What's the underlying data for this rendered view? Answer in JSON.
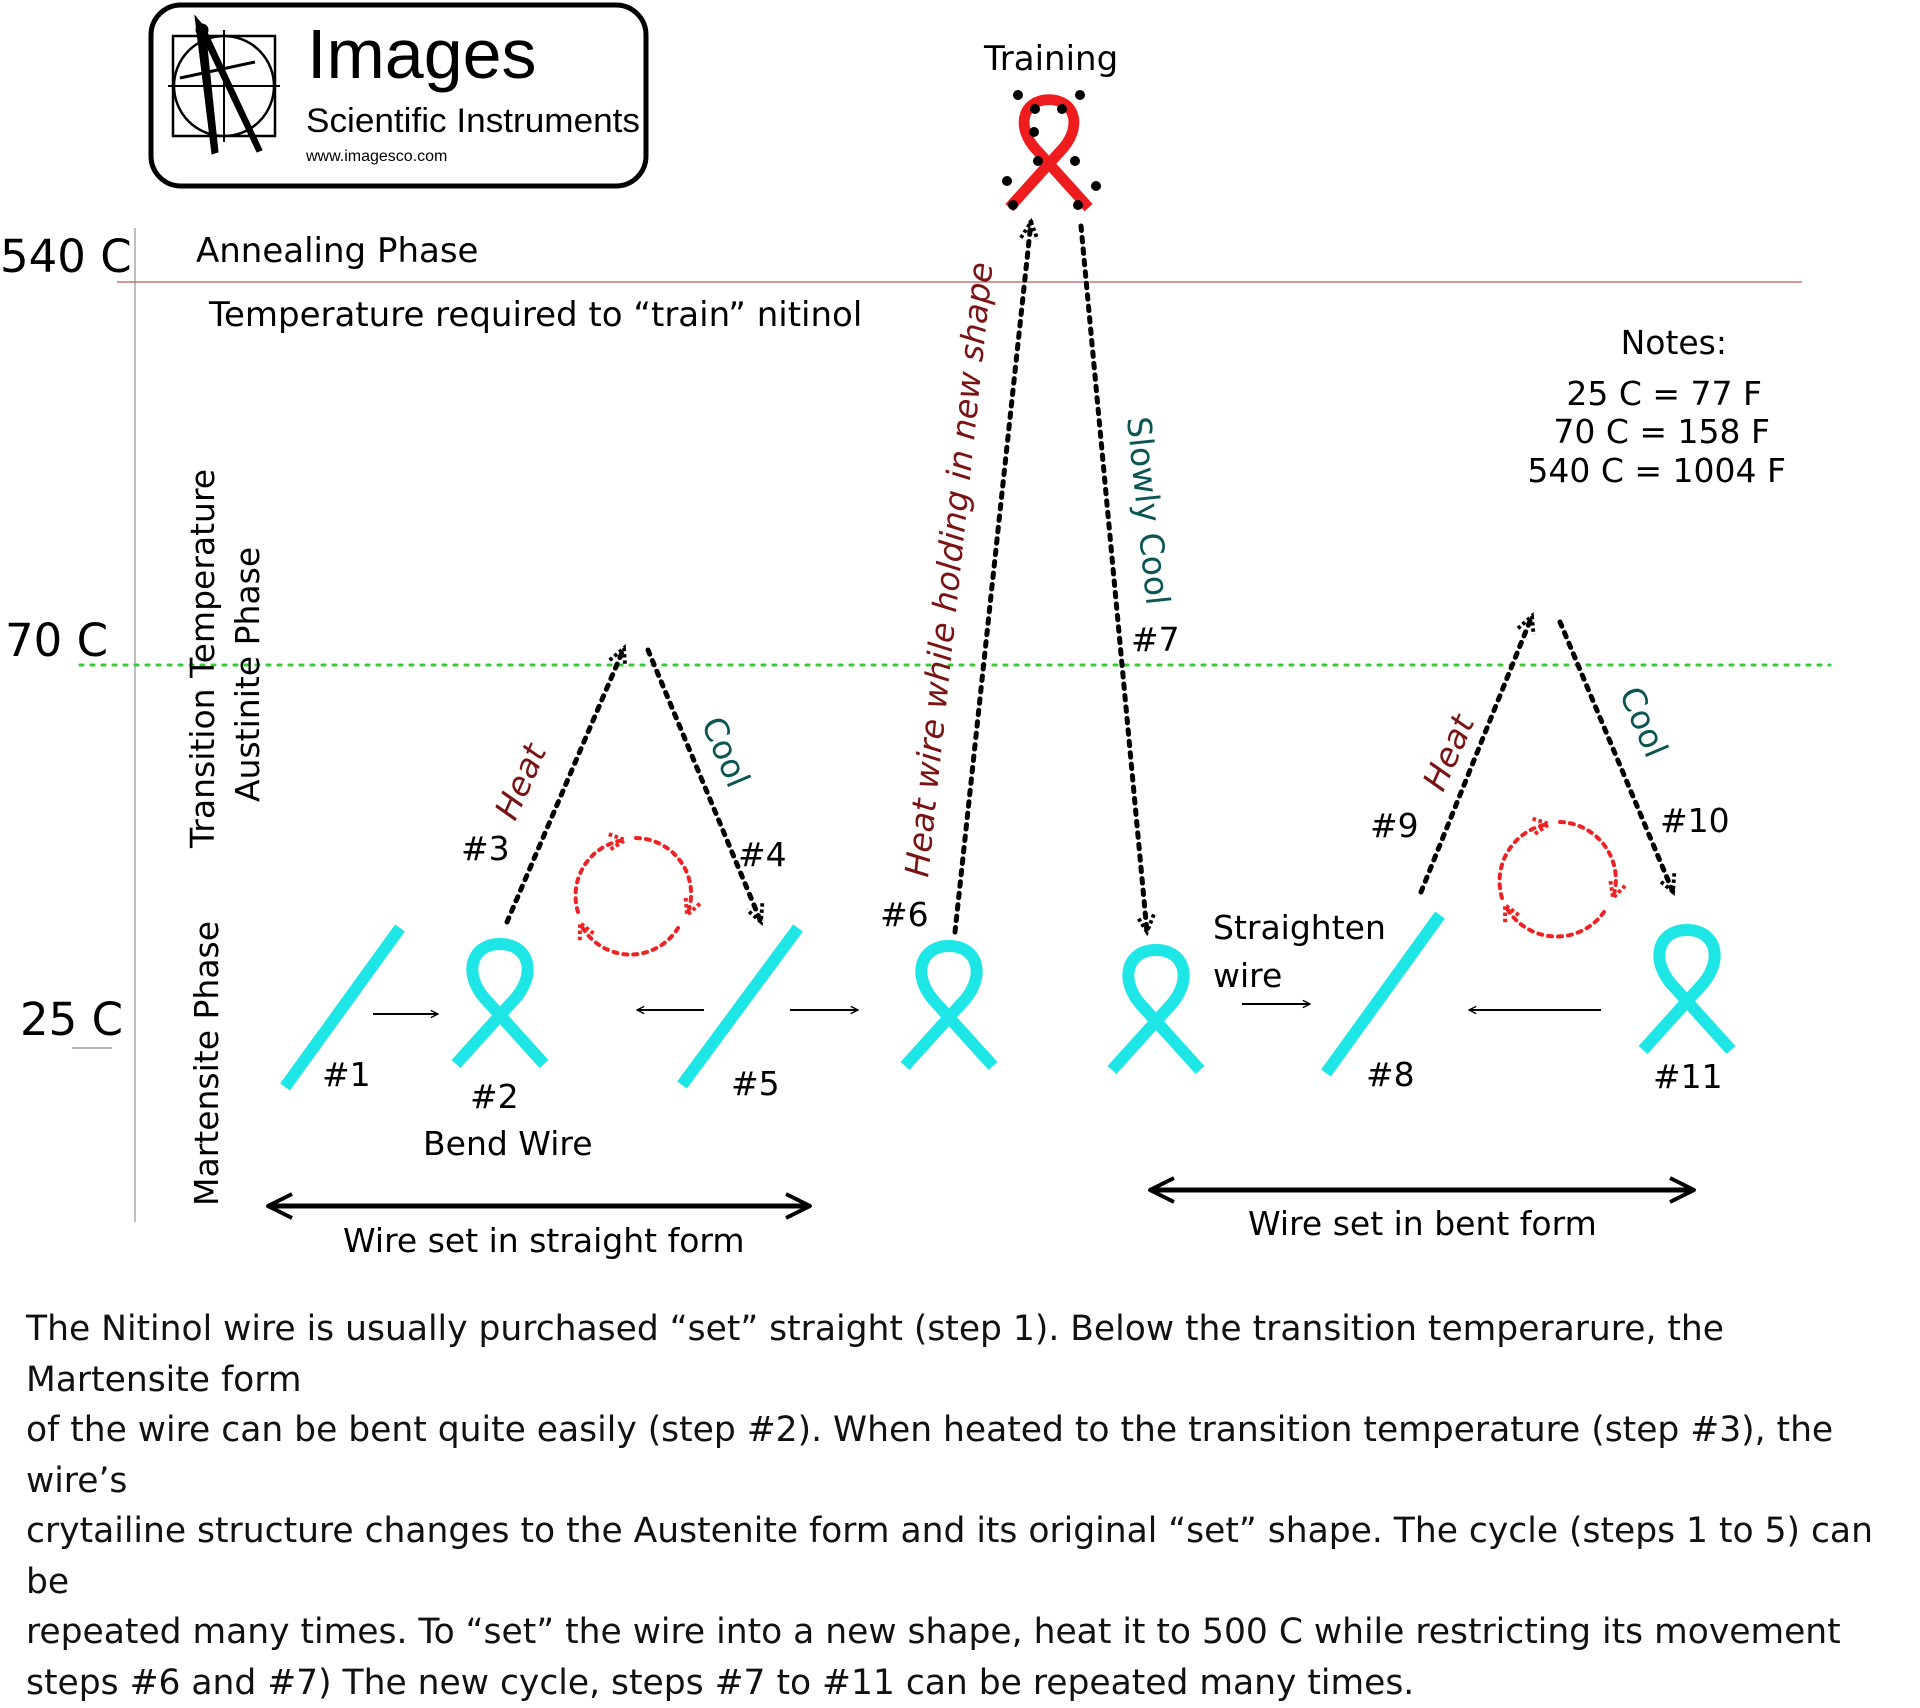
{
  "logo": {
    "name": "Images",
    "subtitle": "Scientific Instruments",
    "url": "www.imagesco.com"
  },
  "temperatures": {
    "t540": "540 C",
    "t70": "70 C",
    "t25": "25 C"
  },
  "phases": {
    "annealing": "Annealing Phase",
    "training_temp": "Temperature required to “train” nitinol",
    "transition": "Transition Temperature",
    "austenite": "Austinite Phase",
    "martensite": "Martensite Phase"
  },
  "training": "Training",
  "process_labels": {
    "heat": "Heat",
    "cool": "Cool",
    "heat_hold": "Heat wire while holding in new shape",
    "slowly_cool": "Slowly Cool",
    "bend_wire": "Bend  Wire",
    "straighten_line1": "Straighten",
    "straighten_line2": "wire"
  },
  "steps": {
    "s1": "#1",
    "s2": "#2",
    "s3": "#3",
    "s4": "#4",
    "s5": "#5",
    "s6": "#6",
    "s7": "#7",
    "s8": "#8",
    "s9": "#9",
    "s10": "#10",
    "s11": "#11"
  },
  "ranges": {
    "straight": "Wire set in straight form",
    "bent": "Wire set in bent form"
  },
  "notes": {
    "title": "Notes:",
    "line1": "25 C =  77 F",
    "line2": "70 C = 158 F",
    "line3": "540 C = 1004 F"
  },
  "description": "The Nitinol wire is usually purchased “set” straight (step 1). Below the transition temperarure, the Martensite form\nof the wire can be bent quite easily (step #2). When heated to the transition temperature (step #3), the wire’s\ncrytailine structure changes to the Austenite form and its original “set” shape. The cycle (steps 1 to 5) can be\nrepeated many times. To “set” the wire into a new shape, heat it to 500 C while restricting its movement\nsteps #6 and #7) The new cycle, steps #7 to #11 can be repeated many times.",
  "colors": {
    "wire": "#1fe6e6",
    "training_wire": "#ee1c1c",
    "heat_text": "#7a1414",
    "cool_text": "#0b5555",
    "transition_line": "#33cc33",
    "anneal_line": "#b05a5a"
  }
}
